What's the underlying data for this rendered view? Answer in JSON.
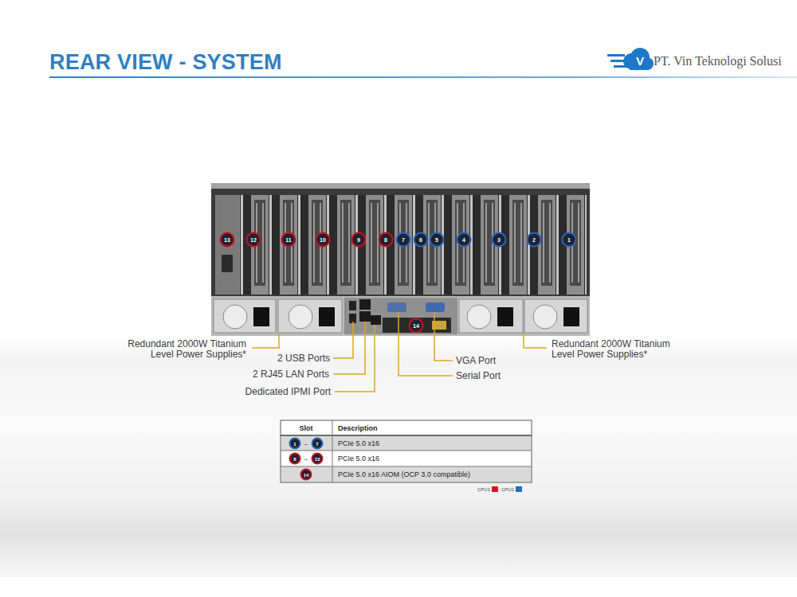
{
  "diagram": {
    "title": "REAR VIEW - SYSTEM",
    "labels": [
      "V",
      "PT. Vin Teknologi Solusi",
      "13",
      "12",
      "11",
      "10",
      "9",
      "8",
      "7",
      "6",
      "5",
      "4",
      "3",
      "2",
      "1",
      "14",
      "Redundant 2000W Titanium Level Power Supplies*",
      "2 USB Ports",
      "2 RJ45 LAN Ports",
      "Dedicated IPMI Port",
      "VGA Port",
      "Serial Port",
      "Redundant 2000W Titanium Level Power Supplies*",
      "Slot",
      "Description",
      "1",
      "–",
      "7",
      "PCIe 5.0 x16",
      "8",
      "–",
      "13",
      "PCIe 5.0 x16",
      "14",
      "PCIe 5.0 x16 AIOM (OCP 3.0 compatible)"
    ],
    "legend": [
      {
        "text": "CPU1",
        "color": "#d7141a"
      },
      {
        "text": "CPU2",
        "color": "#1c6fc2"
      }
    ]
  }
}
